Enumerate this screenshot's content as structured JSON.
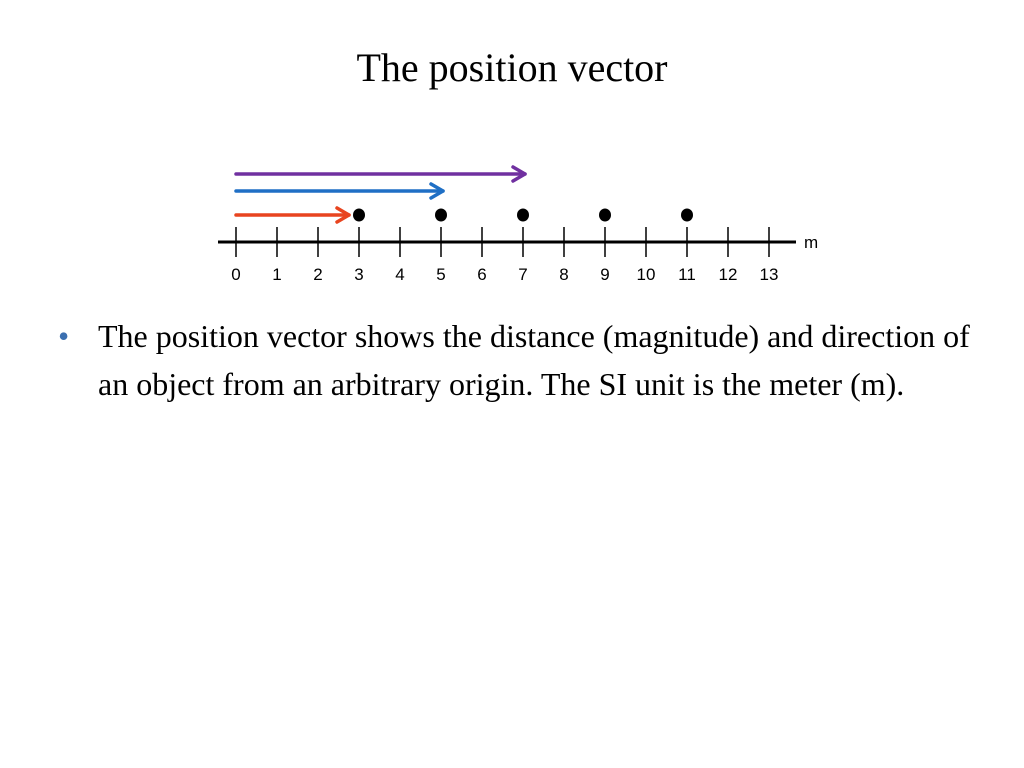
{
  "slide": {
    "title": "The position vector"
  },
  "figure": {
    "axis_unit": "m",
    "tick_labels": [
      "0",
      "1",
      "2",
      "3",
      "4",
      "5",
      "6",
      "7",
      "8",
      "9",
      "10",
      "11",
      "12",
      "13"
    ],
    "dot_positions": [
      3,
      5,
      7,
      9,
      11
    ],
    "vectors": [
      {
        "from": 0,
        "to": 7,
        "color": "#7030a0",
        "icon": "purple-arrow"
      },
      {
        "from": 0,
        "to": 5,
        "color": "#1f6fc5",
        "icon": "blue-arrow"
      },
      {
        "from": 0,
        "to": 3,
        "color": "#e8441f",
        "icon": "red-arrow"
      }
    ]
  },
  "bullets": [
    {
      "marker": "•",
      "marker_color": "#3b6fb0",
      "text": "The position vector shows the distance (magnitude) and direction of an object from an arbitrary origin.  The SI unit is the meter (m)."
    }
  ]
}
